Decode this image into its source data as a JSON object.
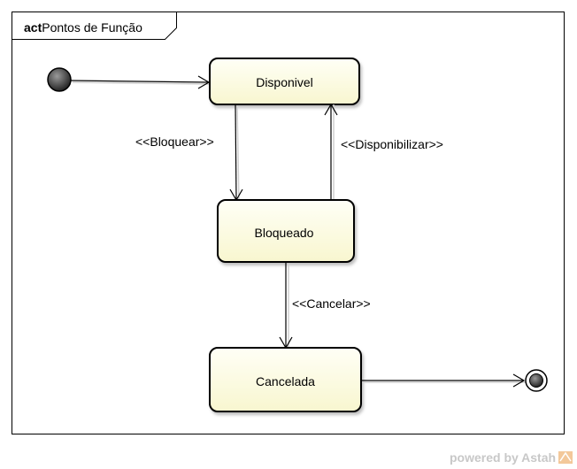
{
  "frame": {
    "keyword": "act",
    "name": "Pontos de Função"
  },
  "states": {
    "disponivel": "Disponivel",
    "bloqueado": "Bloqueado",
    "cancelada": "Cancelada"
  },
  "transitions": {
    "bloquear": "<<Bloquear>>",
    "disponibilizar": "<<Disponibilizar>>",
    "cancelar": "<<Cancelar>>"
  },
  "footer": {
    "text": "powered by Astah"
  },
  "colors": {
    "state_fill_top": "#fffff0",
    "state_fill_bottom": "#f9f8d2",
    "stroke": "#000000"
  }
}
